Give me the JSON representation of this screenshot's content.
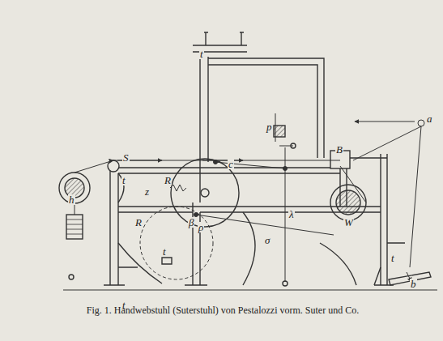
{
  "diagram": {
    "caption": "Fig. 1. Handwebstuhl (Suterstuhl) von Pestalozzi vorm. Suter und Co.",
    "labels": [
      "t",
      "S",
      "t",
      "h",
      "R",
      "z",
      "c",
      "R",
      "β",
      "ρ",
      "t",
      "λ",
      "p",
      "B",
      "a",
      "W",
      "σ",
      "t",
      "t",
      "b"
    ]
  }
}
